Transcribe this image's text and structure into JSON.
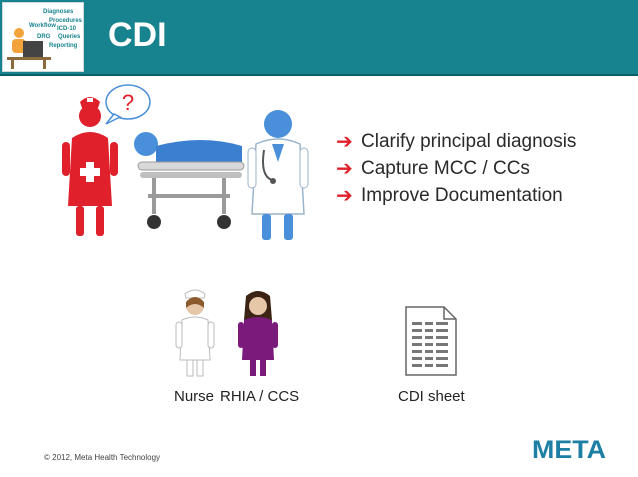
{
  "header": {
    "title": "CDI",
    "logo_words": [
      "Diagnoses",
      "Procedures",
      "Workflow",
      "ICD-10",
      "DRG",
      "Queries",
      "Reporting"
    ]
  },
  "scene": {
    "question_mark": "?",
    "icons": [
      "nurse-icon",
      "patient-on-stretcher-icon",
      "doctor-icon"
    ]
  },
  "bullets": [
    "Clarify principal diagnosis",
    "Capture MCC / CCs",
    "Improve Documentation"
  ],
  "bullet_arrow": "➔",
  "roles": {
    "nurse_label": "Nurse",
    "rhia_label": "RHIA / CCS",
    "sheet_label": "CDI sheet"
  },
  "footer": {
    "copyright": "© 2012, Meta Health Technology"
  },
  "brand": {
    "name": "META",
    "color": "#1c7fa3"
  },
  "colors": {
    "header_bg": "#17838e",
    "nurse_red": "#e0202a",
    "doctor_blue": "#4a8fd9",
    "arrow_red": "#e0202a"
  }
}
